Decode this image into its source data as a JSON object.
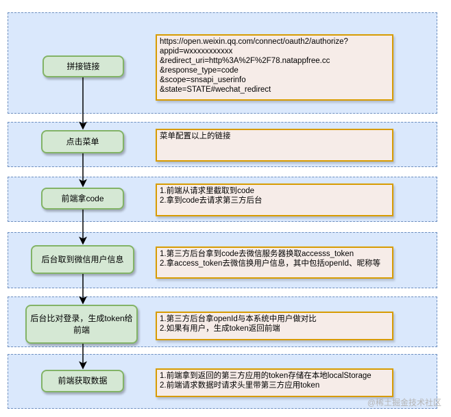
{
  "steps": [
    {
      "label": "拼接链接"
    },
    {
      "label": "点击菜单"
    },
    {
      "label": "前端拿code"
    },
    {
      "label": "后台取到微信用户信息"
    },
    {
      "label": "后台比对登录，生成token给前端"
    },
    {
      "label": "前端获取数据"
    }
  ],
  "notes": [
    {
      "text": "https://open.weixin.qq.com/connect/oauth2/authorize?\nappid=wxxxxxxxxxxx\n&redirect_uri=http%3A%2F%2F78.natappfree.cc\n&response_type=code\n&scope=snsapi_userinfo\n&state=STATE#wechat_redirect"
    },
    {
      "text": "菜单配置以上的链接"
    },
    {
      "text": "1.前端从请求里截取到code\n2.拿到code去请求第三方后台"
    },
    {
      "text": "1.第三方后台拿到code去微信服务器换取accesss_token\n2.拿access_token去微信换用户信息，其中包括openId、昵称等"
    },
    {
      "text": "1.第三方后台拿openId与本系统中用户做对比\n2.如果有用户，生成token返回前端"
    },
    {
      "text": "1.前端拿到返回的第三方应用的token存储在本地localStorage\n2.前端请求数据时请求头里带第三方应用token"
    }
  ],
  "watermark": "@稀土掘金技术社区",
  "colors": {
    "lane_fill": "#dae8fc",
    "lane_border": "#6c8ebf",
    "step_fill": "#d5e8d4",
    "step_border": "#82b366",
    "note_fill": "#f6ece8",
    "note_border": "#d79b00"
  }
}
